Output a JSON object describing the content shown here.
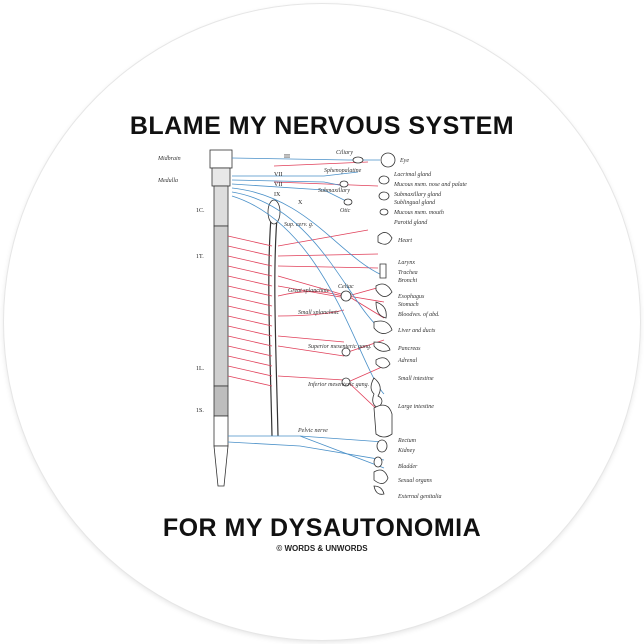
{
  "header": {
    "title": "BLAME MY NERVOUS SYSTEM"
  },
  "footer": {
    "title": "FOR MY DYSAUTONOMIA",
    "copyright": "© WORDS & UNWORDS"
  },
  "diagram": {
    "spine_labels": [
      "Midbrain",
      "Medulla",
      "1C.",
      "1T.",
      "1L.",
      "1S."
    ],
    "cranial_numerals": [
      "III",
      "VII",
      "VII",
      "IX",
      "X"
    ],
    "ganglia": [
      "Ciliary",
      "Sphenopalatine",
      "Submaxillary",
      "Otic",
      "Sup. cerv. g.",
      "Great splanchnic",
      "Small splanchnic",
      "Celiac",
      "Superior mesenteric gang.",
      "Inferior mesenteric gang.",
      "Pelvic nerve"
    ],
    "organs": [
      "Eye",
      "Lacrimal gland",
      "Mucous mem. nose and palate",
      "Submaxillary gland",
      "Sublingual gland",
      "Mucous mem. mouth",
      "Parotid gland",
      "Heart",
      "Larynx",
      "Trachea",
      "Bronchi",
      "Esophagus",
      "Stomach",
      "Bloodves. of abd.",
      "Liver and ducts",
      "Pancreas",
      "Adrenal",
      "Small intestine",
      "Large intestine",
      "Rectum",
      "Kidney",
      "Bladder",
      "Sexual organs",
      "External genitalia"
    ],
    "colors": {
      "sympathetic": "#e0405a",
      "parasympathetic": "#4a90c8",
      "outline": "#333333"
    }
  }
}
